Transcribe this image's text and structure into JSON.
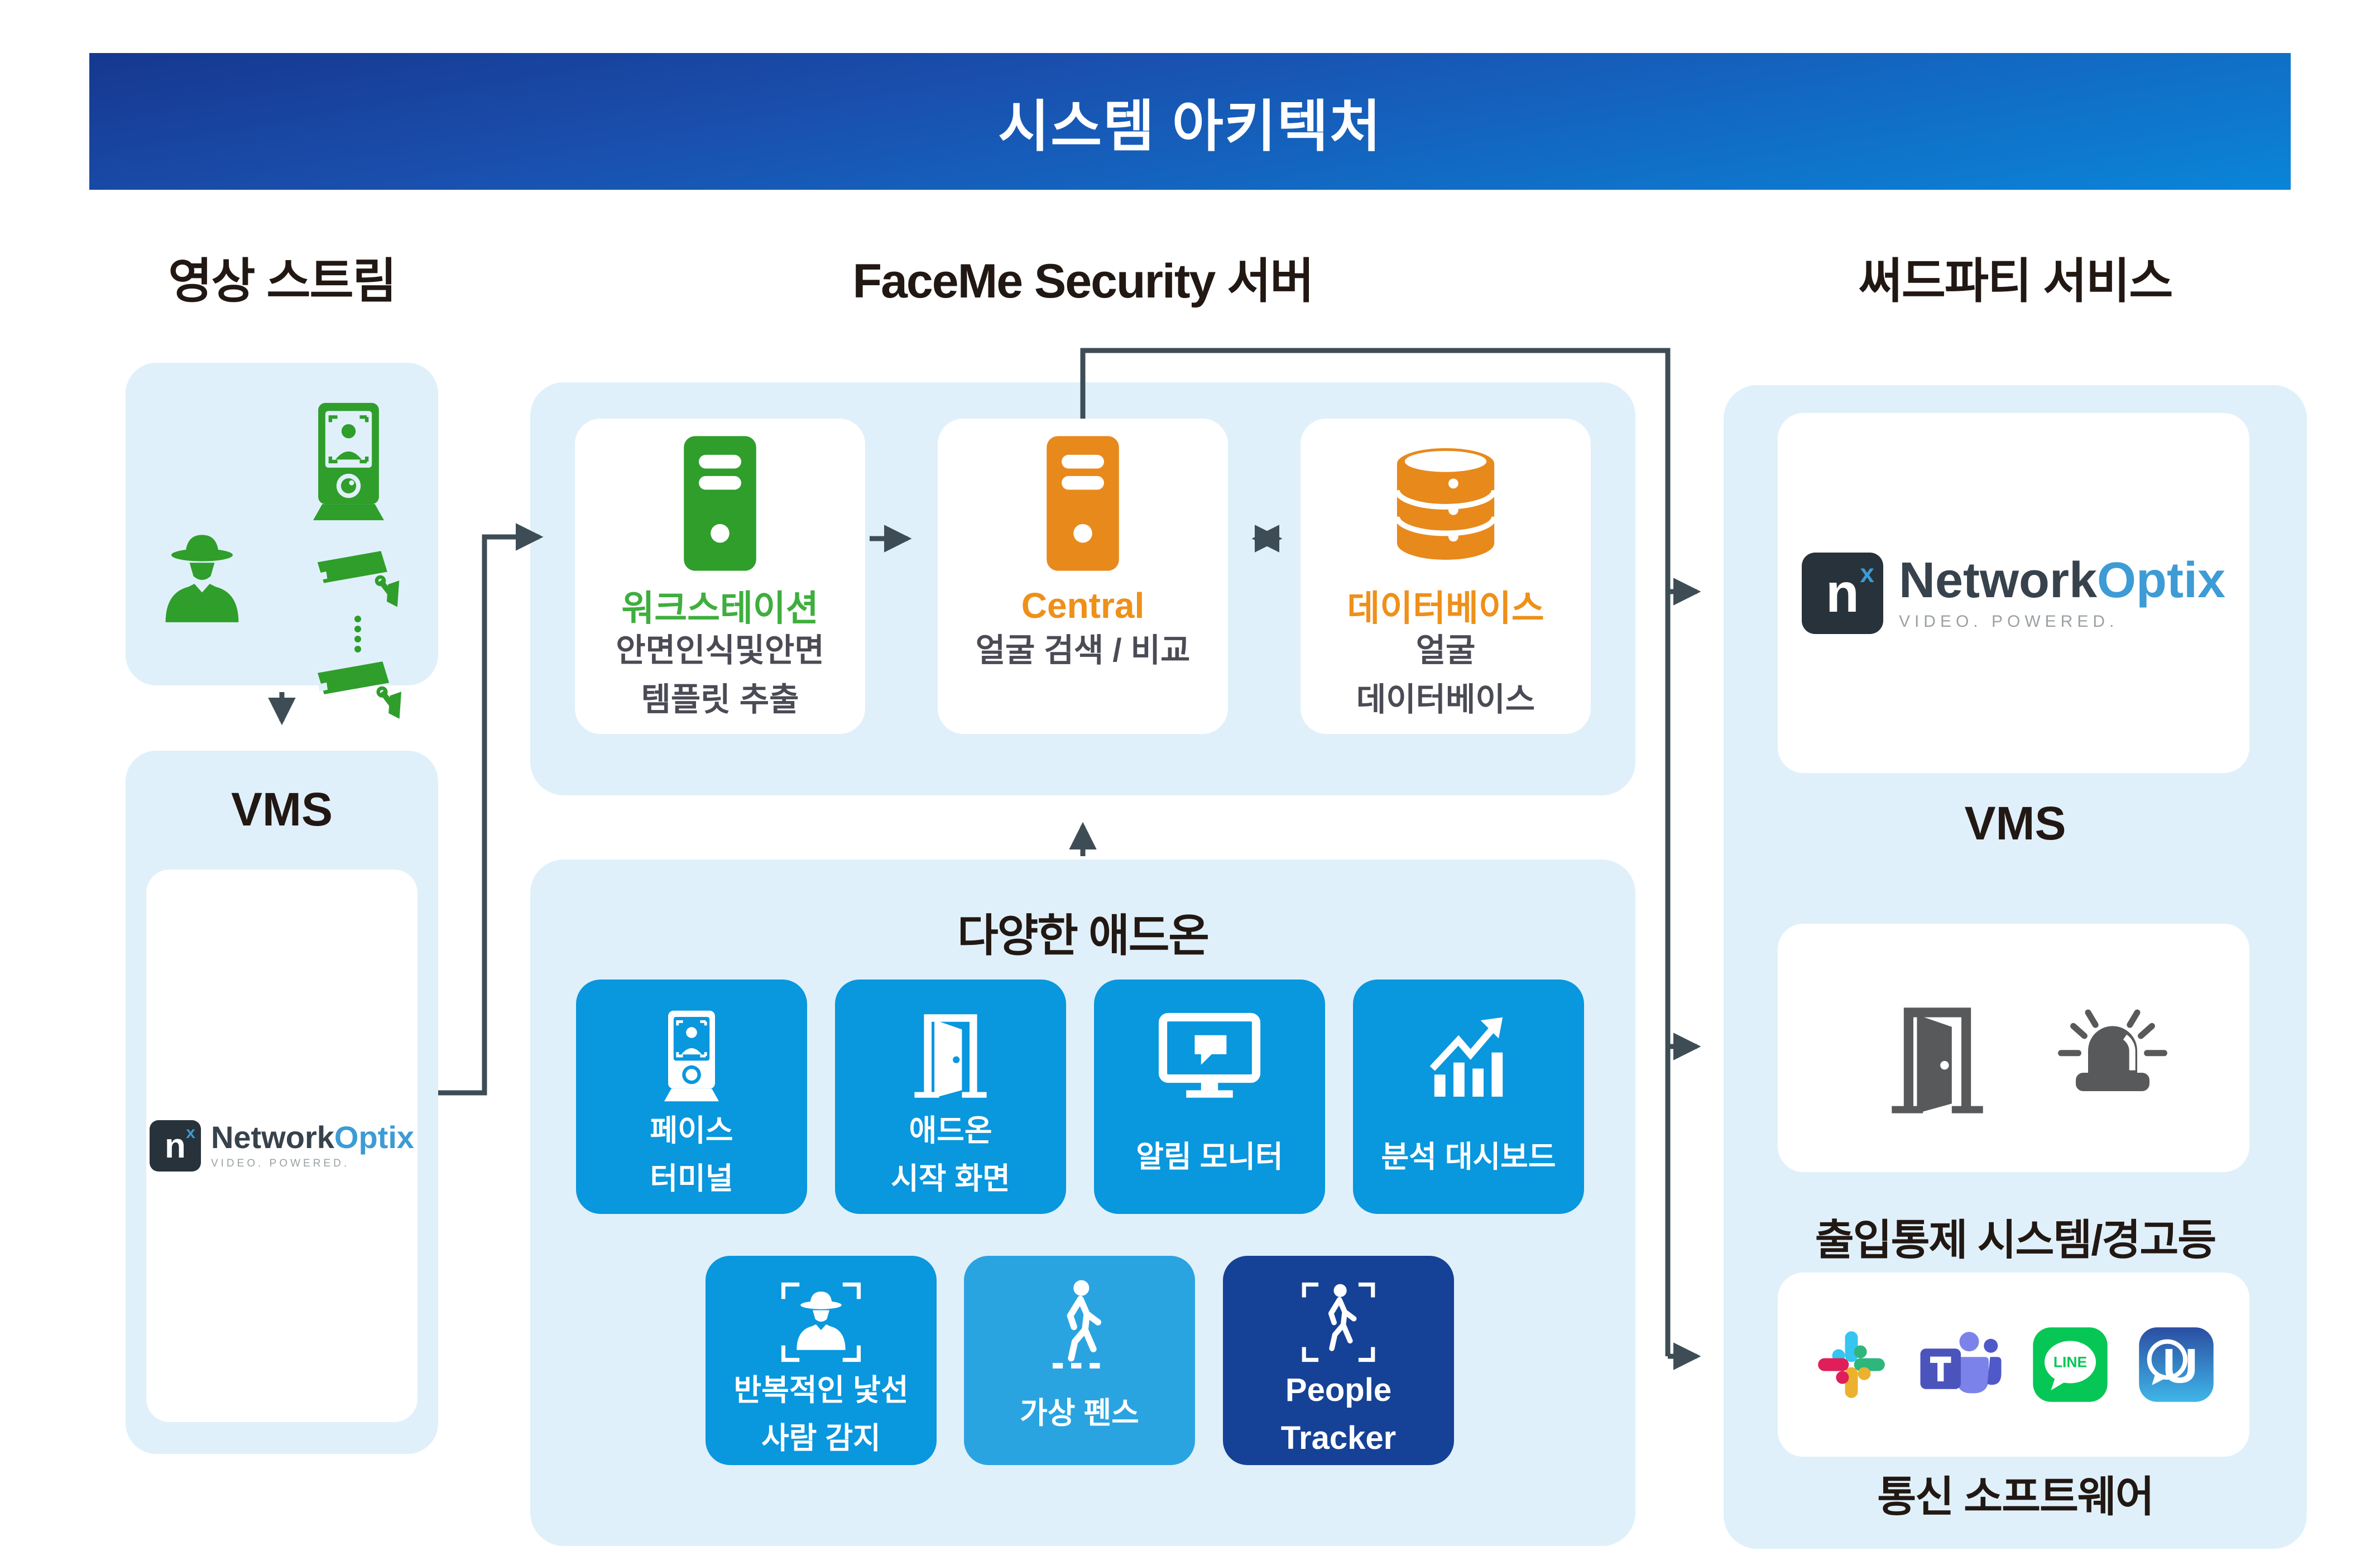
{
  "title": "시스템 아키텍처",
  "colors": {
    "banner_top": "#16388f",
    "banner_bottom": "#0a85d8",
    "panel_blue": "#e0f0fa",
    "green": "#2f9e2b",
    "orange": "#e8891c",
    "tile_blue": "#0997de",
    "tile_light_blue": "#2aa4e1",
    "tile_navy": "#154296",
    "arrow_gray": "#3e4d55",
    "text_dark": "#221813",
    "text_gray": "#4b4b55"
  },
  "video_stream": {
    "header": "영상 스트림",
    "vms_label": "VMS"
  },
  "nx_logo": {
    "n": "n",
    "x": "x",
    "name_dark": "Network",
    "name_blue": "Optix",
    "tagline": "VIDEO. POWERED."
  },
  "faceme": {
    "header": "FaceMe Security 서버",
    "workstation": {
      "title": "워크스테이션",
      "subtitle1": "안면인식및안면",
      "subtitle2": "템플릿 추출"
    },
    "central": {
      "title": "Central",
      "subtitle1": "얼굴 검색 / 비교"
    },
    "database": {
      "title": "데이터베이스",
      "subtitle1": "얼굴",
      "subtitle2": "데이터베이스"
    }
  },
  "addons": {
    "header": "다양한 애드온",
    "tiles": [
      {
        "line1": "페이스",
        "line2": "터미널"
      },
      {
        "line1": "애드온",
        "line2": "시작 화면"
      },
      {
        "line1": "알림 모니터"
      },
      {
        "line1": "분석 대시보드"
      },
      {
        "line1": "반복적인 낯선",
        "line2": "사람 감지"
      },
      {
        "line1": "가상 펜스"
      },
      {
        "line1": "People",
        "line2": "Tracker"
      }
    ]
  },
  "third_party": {
    "header": "써드파티 서비스",
    "vms_label": "VMS",
    "access_label": "출입통제 시스템/경고등",
    "comm_label": "통신 소프트웨어",
    "line_badge": "LINE",
    "u_badge": "U"
  }
}
